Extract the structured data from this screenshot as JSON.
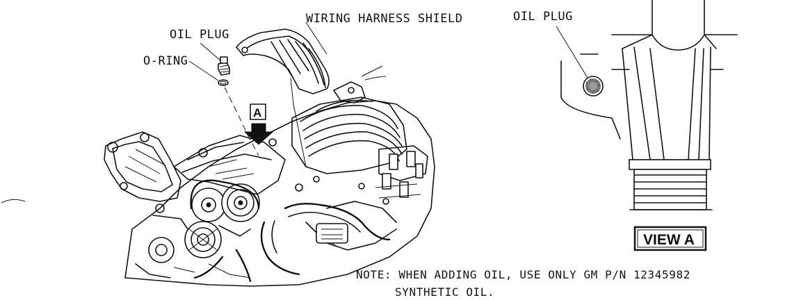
{
  "labels": {
    "wiring_harness_shield": "WIRING HARNESS SHIELD",
    "oil_plug_left": "OIL PLUG",
    "o_ring": "O-RING",
    "view_marker": "A",
    "oil_plug_right": "OIL PLUG",
    "view_a": "VIEW A"
  },
  "note": {
    "line1": "NOTE: WHEN ADDING OIL, USE ONLY GM P/N 12345982",
    "line2": "SYNTHETIC OIL."
  }
}
